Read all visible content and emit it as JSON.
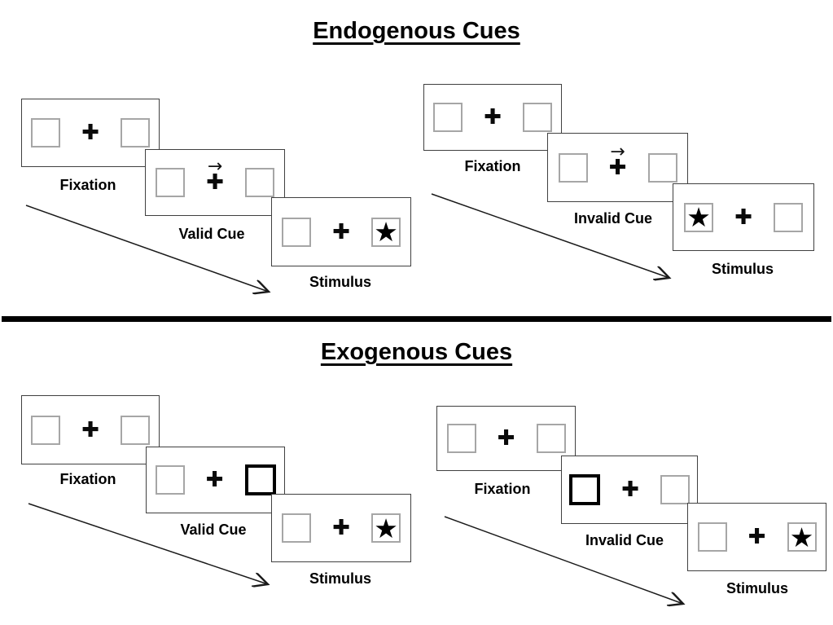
{
  "diagram": {
    "description_colors": {
      "background": "#ffffff",
      "panel_border": "#404040",
      "placeholder_box_border": "#a6a6a6",
      "exogenous_cue_box_border": "#000000",
      "divider": "#000000",
      "text": "#000000"
    }
  },
  "symbols": {
    "plus": "✚",
    "star": "★",
    "cue_arrow": "→"
  },
  "sections": [
    {
      "title": "Endogenous Cues",
      "trials": [
        {
          "name": "valid",
          "panels": [
            {
              "label": "Fixation"
            },
            {
              "label": "Valid Cue"
            },
            {
              "label": "Stimulus"
            }
          ]
        },
        {
          "name": "invalid",
          "panels": [
            {
              "label": "Fixation"
            },
            {
              "label": "Invalid Cue"
            },
            {
              "label": "Stimulus"
            }
          ]
        }
      ]
    },
    {
      "title": "Exogenous Cues",
      "trials": [
        {
          "name": "valid",
          "panels": [
            {
              "label": "Fixation"
            },
            {
              "label": "Valid Cue"
            },
            {
              "label": "Stimulus"
            }
          ]
        },
        {
          "name": "invalid",
          "panels": [
            {
              "label": "Fixation"
            },
            {
              "label": "Invalid Cue"
            },
            {
              "label": "Stimulus"
            }
          ]
        }
      ]
    }
  ]
}
